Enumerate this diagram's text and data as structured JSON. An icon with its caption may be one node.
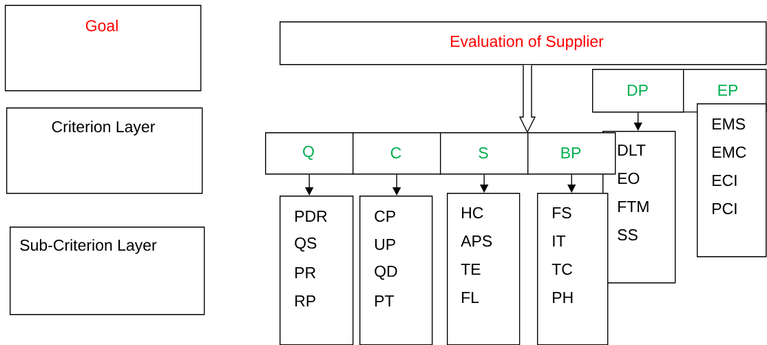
{
  "diagram": {
    "nodes": [
      {
        "text": [
          "Goal"
        ]
      },
      {
        "text": [
          "Criterion Layer"
        ]
      },
      {
        "text": [
          "Sub-Criterion Layer"
        ]
      },
      {
        "text": [
          "Evaluation of Supplier"
        ]
      },
      {
        "text": [
          "Q"
        ]
      },
      {
        "text": [
          "C"
        ]
      },
      {
        "text": [
          "S"
        ]
      },
      {
        "text": [
          "BP"
        ]
      },
      {
        "text": [
          "DP"
        ]
      },
      {
        "text": [
          "EP"
        ]
      },
      {
        "text": [
          "PDR",
          "QS",
          "PR",
          "RP"
        ]
      },
      {
        "text": [
          "CP",
          "UP",
          "QD",
          "PT"
        ]
      },
      {
        "text": [
          "HC",
          "APS",
          "TE",
          "FL"
        ]
      },
      {
        "text": [
          "FS",
          "IT",
          "TC",
          "PH"
        ]
      },
      {
        "text": [
          "DLT",
          "EO",
          "FTM",
          "SS"
        ]
      },
      {
        "text": [
          "EMS",
          "EMC",
          "ECI",
          "PCI"
        ]
      }
    ],
    "edges": [
      {
        "from": 3,
        "to": 7,
        "arrow": "to",
        "style": "thick"
      },
      {
        "from": 4,
        "to": 10,
        "arrow": "to"
      },
      {
        "from": 5,
        "to": 11,
        "arrow": "to"
      },
      {
        "from": 6,
        "to": 12,
        "arrow": "to"
      },
      {
        "from": 7,
        "to": 13,
        "arrow": "to"
      },
      {
        "from": 8,
        "to": 14,
        "arrow": "to"
      }
    ]
  }
}
